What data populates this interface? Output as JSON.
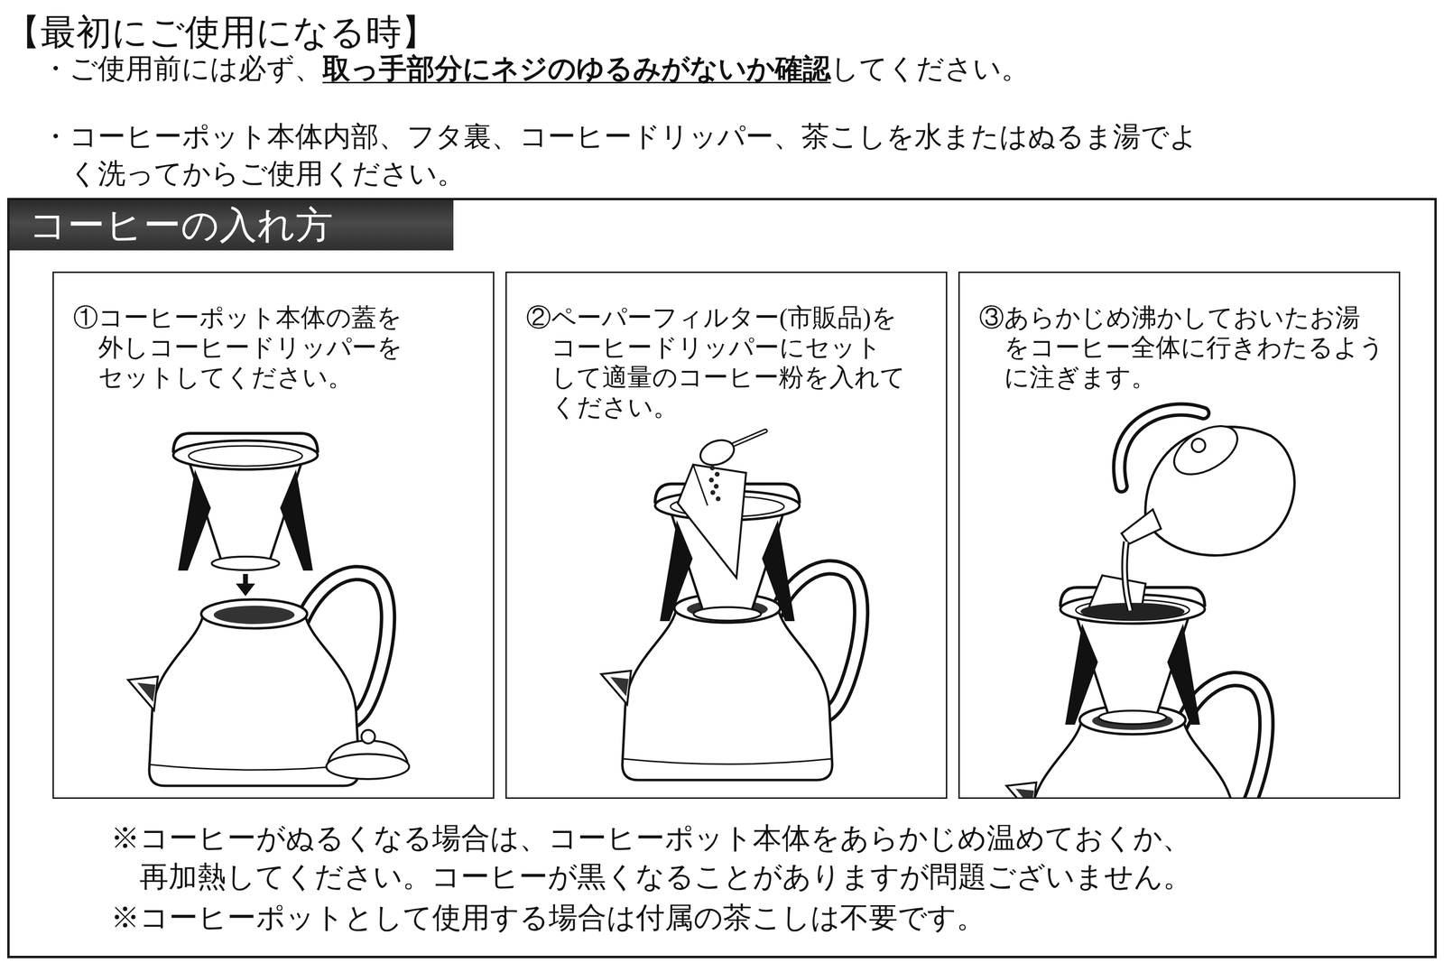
{
  "diagram": {
    "title": "【最初にご使用になる時】",
    "nodes": [
      {
        "text": [
          "コーヒーの入れ方"
        ]
      },
      {
        "text": [
          "①コーヒーポット本体の蓋を外しコーヒードリッパーをセットしてください。"
        ],
        "in": 0
      },
      {
        "text": [
          "②ペーパーフィルター(市販品)をコーヒードリッパーにセットして適量のコーヒー粉を入れてください。"
        ],
        "in": 0
      },
      {
        "text": [
          "③あらかじめ沸かしておいたお湯をコーヒー全体に行きわたるように注ぎます。"
        ],
        "in": 0
      }
    ],
    "labels": [
      "・ご使用前には必ず、",
      "取っ手部分にネジのゆるみがないか確認",
      "してください。",
      "・コーヒーポット本体内部、フタ裏、コーヒードリッパー、茶こしを水またはぬるま湯でよく洗ってからご使用ください。",
      "※コーヒーがぬるくなる場合は、コーヒーポット本体をあらかじめ温めておくか、再加熱してください。コーヒーが黒くなることがありますが問題ございません。",
      "※コーヒーポットとして使用する場合は付属の茶こしは不要です。"
    ]
  }
}
